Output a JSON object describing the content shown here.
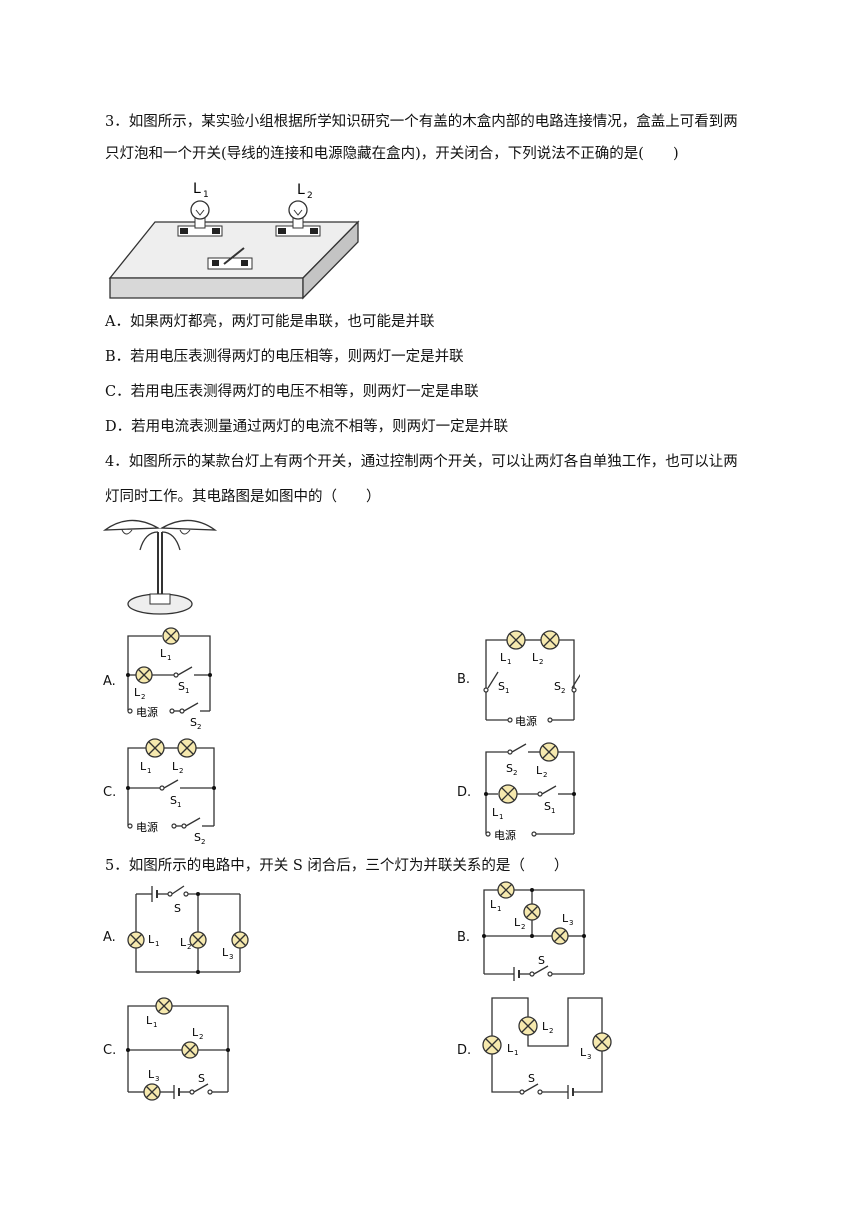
{
  "q3": {
    "stem_line1": "3．如图所示，某实验小组根据所学知识研究一个有盖的木盒内部的电路连接情况，盒盖上可看到两",
    "stem_line2": "只灯泡和一个开关(导线的连接和电源隐藏在盒内)，开关闭合，下列说法不正确的是(　　)",
    "fig_labels": {
      "lamp1": "L",
      "lamp1_sub": "1",
      "lamp2": "L",
      "lamp2_sub": "2"
    },
    "options": {
      "A": "A．如果两灯都亮，两灯可能是串联，也可能是并联",
      "B": "B．若用电压表测得两灯的电压相等，则两灯一定是并联",
      "C": "C．若用电压表测得两灯的电压不相等，则两灯一定是串联",
      "D": "D．若用电流表测量通过两灯的电流不相等，则两灯一定是并联"
    }
  },
  "q4": {
    "stem_line1": "4．如图所示的某款台灯上有两个开关，通过控制两个开关，可以让两灯各自单独工作，也可以让两",
    "stem_line2": "灯同时工作。其电路图是如图中的（　　）",
    "letters": {
      "A": "A.",
      "B": "B.",
      "C": "C.",
      "D": "D."
    },
    "labels": {
      "L": "L",
      "S": "S",
      "sub1": "1",
      "sub2": "2",
      "power": "电源"
    }
  },
  "q5": {
    "stem": "5．如图所示的电路中，开关 S 闭合后，三个灯为并联关系的是（　　）",
    "letters": {
      "A": "A.",
      "B": "B.",
      "C": "C.",
      "D": "D."
    },
    "labels": {
      "L": "L",
      "S": "S",
      "sub1": "1",
      "sub2": "2",
      "sub3": "3"
    }
  }
}
